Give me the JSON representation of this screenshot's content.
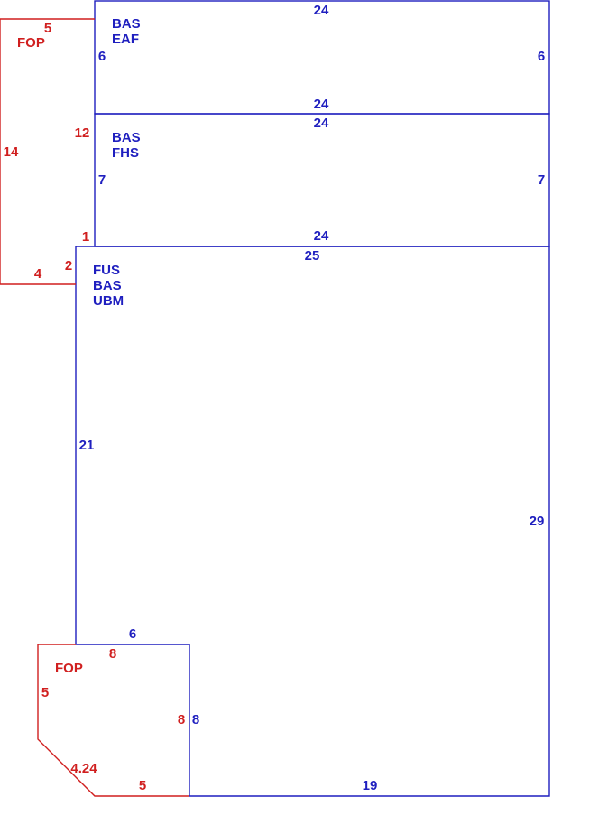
{
  "colors": {
    "building": "#1f1fbf",
    "porch": "#d01f1f",
    "background": "#ffffff"
  },
  "areas": {
    "bas_eaf": {
      "codes": [
        "BAS",
        "EAF"
      ],
      "dimensions": {
        "top": "24",
        "bottom": "24",
        "left": "6",
        "right": "6"
      }
    },
    "bas_fhs": {
      "codes": [
        "BAS",
        "FHS"
      ],
      "dimensions": {
        "top": "24",
        "bottom": "24",
        "left": "7",
        "right": "7"
      }
    },
    "fus_bas_ubm": {
      "codes": [
        "FUS",
        "BAS",
        "UBM"
      ],
      "dimensions": {
        "top": "25",
        "left": "21",
        "right": "29",
        "bottom": "19",
        "step_top": "6",
        "step_side": "8"
      }
    },
    "fop_upper": {
      "code": "FOP",
      "dimensions": {
        "top": "5",
        "side": "14",
        "step_a": "12",
        "step_b": "1",
        "step_c": "2",
        "bottom": "4"
      }
    },
    "fop_lower": {
      "code": "FOP",
      "dimensions": {
        "top": "8",
        "left": "5",
        "diagonal": "4.24",
        "bottom": "5",
        "right": "8"
      }
    }
  }
}
